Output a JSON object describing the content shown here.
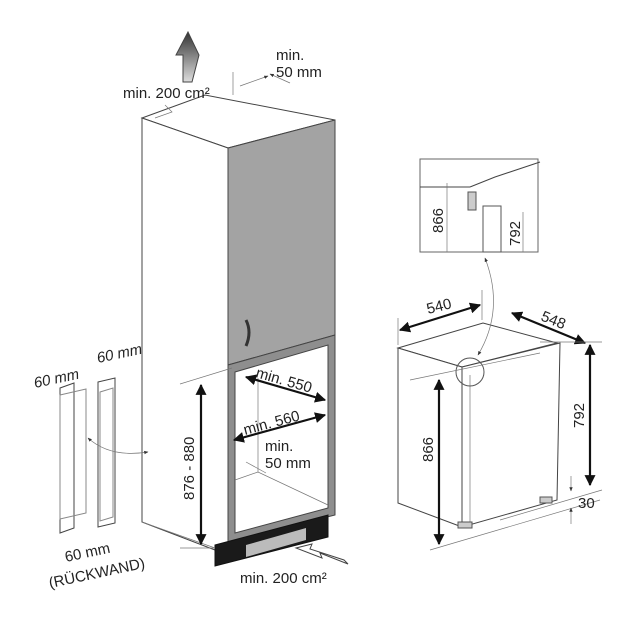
{
  "title": "Built-in refrigerator installation dimensions",
  "colors": {
    "door": "#a3a3a3",
    "frame": "#8e8e8e",
    "plinth": "#1a1a1a",
    "line": "#444444"
  },
  "cabinet": {
    "top_vent": "min. 200 cm²",
    "top_gap_min": "min.",
    "top_gap_value": "50 mm",
    "niche_height": "876 - 880",
    "niche_depth": "min. 550",
    "niche_width": "min. 560",
    "rear_gap_min": "min.",
    "rear_gap_value": "50 mm",
    "bottom_vent": "min. 200 cm²"
  },
  "back_wall": {
    "left_width": "60 mm",
    "right_width": "60 mm",
    "bottom_width": "60 mm",
    "label": "(RÜCKWAND)"
  },
  "appliance": {
    "width": "540",
    "depth": "548",
    "height_total": "866",
    "height_body": "792",
    "feet": "30",
    "detail_height_total": "866",
    "detail_height_body": "792"
  }
}
